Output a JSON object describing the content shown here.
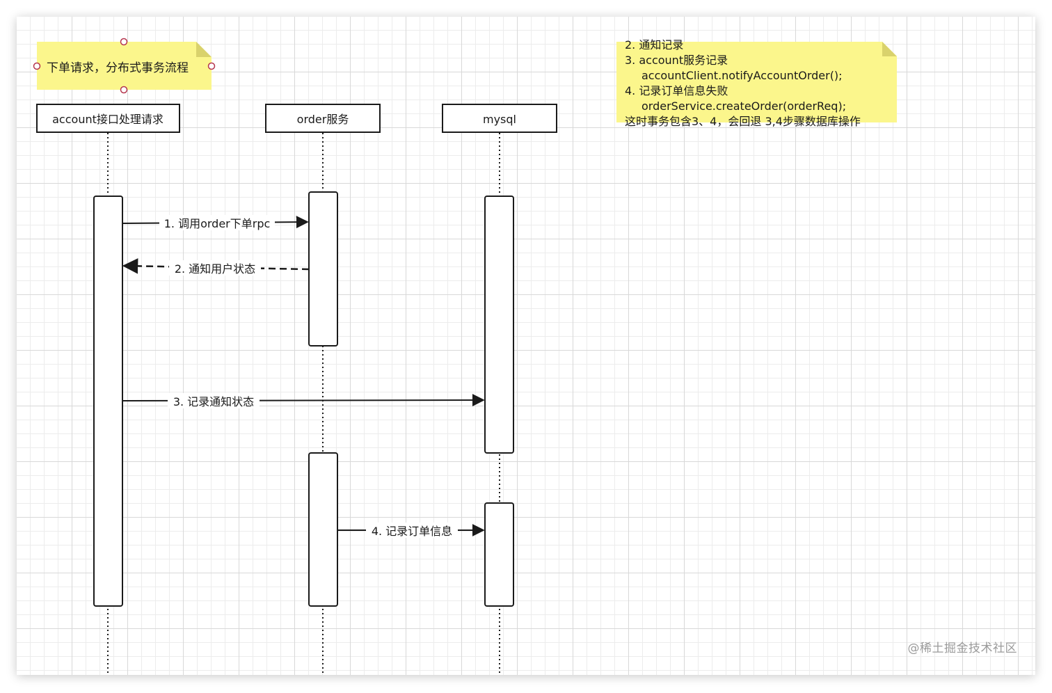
{
  "notes": {
    "title_note": "下单请求，分布式事务流程",
    "info_note": {
      "lines": [
        "2. 通知记录",
        "3. account服务记录",
        "accountClient.notifyAccountOrder();",
        "4. 记录订单信息失败",
        "orderService.createOrder(orderReq);",
        "这时事务包含3、4，会回退 3,4步骤数据库操作"
      ]
    }
  },
  "participants": [
    {
      "id": "account",
      "label": "account接口处理请求"
    },
    {
      "id": "order",
      "label": "order服务"
    },
    {
      "id": "mysql",
      "label": "mysql"
    }
  ],
  "messages": [
    {
      "from": "account",
      "to": "order",
      "label": "1. 调用order下单rpc",
      "style": "solid"
    },
    {
      "from": "order",
      "to": "account",
      "label": "2. 通知用户状态",
      "style": "dashed"
    },
    {
      "from": "account",
      "to": "mysql",
      "label": "3. 记录通知状态",
      "style": "solid"
    },
    {
      "from": "order",
      "to": "mysql",
      "label": "4. 记录订单信息",
      "style": "solid"
    }
  ],
  "colors": {
    "note_fill": "#fbf68c",
    "note_fold": "#e7e17a",
    "line": "#1a1a1a",
    "handle": "#b5354d"
  },
  "watermark": "@稀土掘金技术社区"
}
